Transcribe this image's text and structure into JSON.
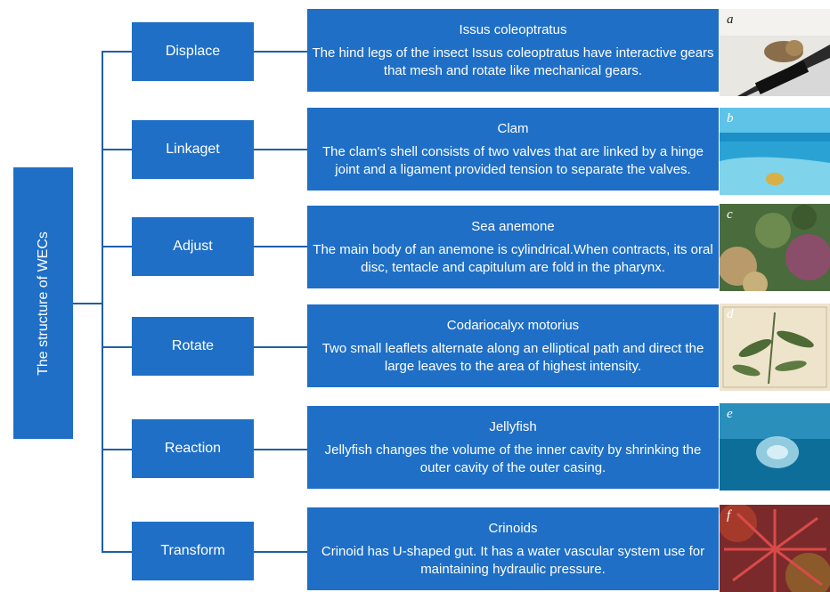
{
  "root": {
    "label": "The structure of WECs"
  },
  "rows": [
    {
      "category": "Displace",
      "title": "Issus coleoptratus",
      "text": "The hind legs of the insect Issus coleoptratus have interactive gears that mesh and rotate like mechanical gears.",
      "letter": "a",
      "photo_icon": "insect-gear-photo"
    },
    {
      "category": "Linkaget",
      "title": "Clam",
      "text": "The clam's shell consists of two valves that are linked by a hinge joint and a ligament provided tension to separate the valves.",
      "letter": "b",
      "photo_icon": "clam-photo"
    },
    {
      "category": "Adjust",
      "title": "Sea anemone",
      "text": "The main body of an anemone is cylindrical.When contracts, its oral disc, tentacle and capitulum are fold in the pharynx.",
      "letter": "c",
      "photo_icon": "sea-anemone-photo"
    },
    {
      "category": "Rotate",
      "title": "Codariocalyx motorius",
      "text": "Two small leaflets alternate along an elliptical path and direct the large leaves to the area of highest intensity.",
      "letter": "d",
      "photo_icon": "plant-photo"
    },
    {
      "category": "Reaction",
      "title": "Jellyfish",
      "text": "Jellyfish changes the volume of the inner cavity by shrinking the outer cavity of the outer casing.",
      "letter": "e",
      "photo_icon": "jellyfish-photo"
    },
    {
      "category": "Transform",
      "title": "Crinoids",
      "text": "Crinoid has U-shaped gut. It has a water vascular system use for maintaining hydraulic pressure.",
      "letter": "f",
      "photo_icon": "crinoid-photo"
    }
  ],
  "colors": {
    "box": "#1f6fc6",
    "line": "#1f5ea8"
  }
}
